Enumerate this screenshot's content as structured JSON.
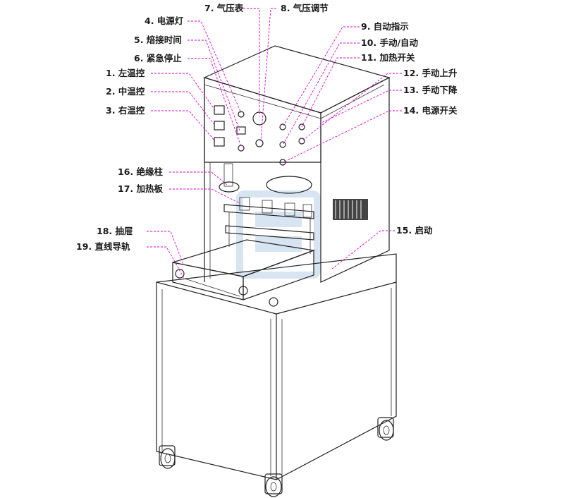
{
  "callouts": [
    {
      "id": "1",
      "label": "1. 左温控"
    },
    {
      "id": "2",
      "label": "2. 中温控"
    },
    {
      "id": "3",
      "label": "3. 右温控"
    },
    {
      "id": "4",
      "label": "4. 电源灯"
    },
    {
      "id": "5",
      "label": "5. 焙接时间"
    },
    {
      "id": "6",
      "label": "6. 紧急停止"
    },
    {
      "id": "7",
      "label": "7. 气压表"
    },
    {
      "id": "8",
      "label": "8. 气压调节"
    },
    {
      "id": "9",
      "label": "9. 自动指示"
    },
    {
      "id": "10",
      "label": "10. 手动/自动"
    },
    {
      "id": "11",
      "label": "11. 加热开关"
    },
    {
      "id": "12",
      "label": "12. 手动上升"
    },
    {
      "id": "13",
      "label": "13. 手动下降"
    },
    {
      "id": "14",
      "label": "14. 电源开关"
    },
    {
      "id": "15",
      "label": "15. 启动"
    },
    {
      "id": "16",
      "label": "16. 绝缘柱"
    },
    {
      "id": "17",
      "label": "17. 加热板"
    },
    {
      "id": "18",
      "label": "18. 抽屉"
    },
    {
      "id": "19",
      "label": "19. 直线导轨"
    }
  ],
  "colors": {
    "leader": "#e000d0",
    "outline": "#222222",
    "watermark": "#b8cfe6"
  }
}
